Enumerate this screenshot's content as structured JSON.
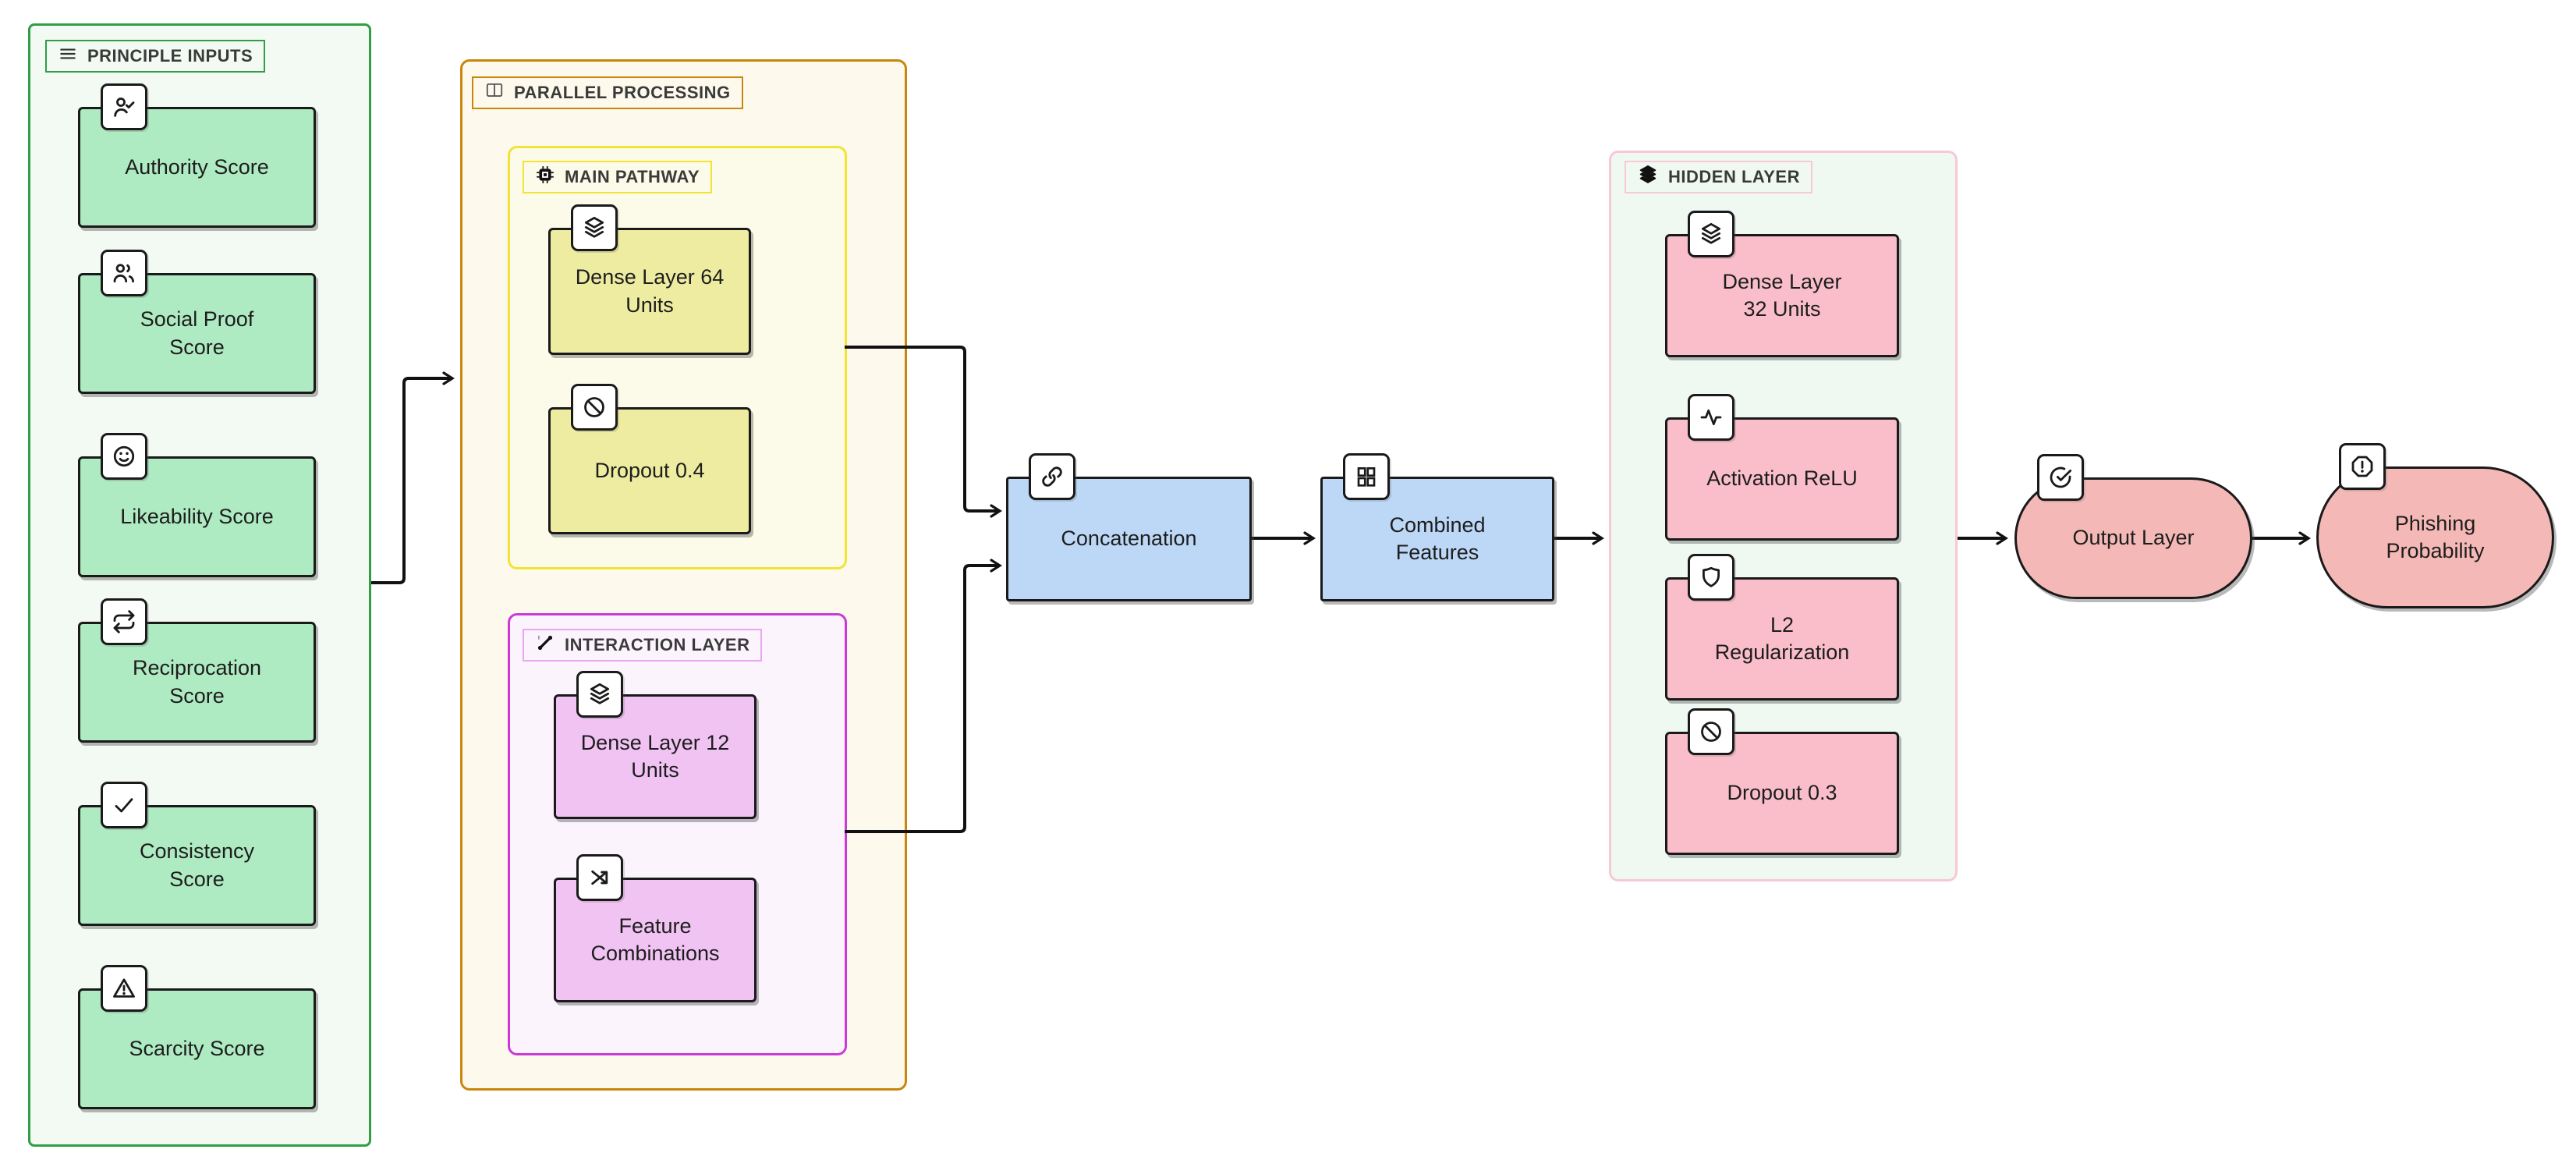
{
  "diagram_title": "Phishing detection neural network architecture flowchart",
  "colors": {
    "background": "#ffffff",
    "arrow": "#111111",
    "principle_inputs_border": "#2f9e44",
    "principle_inputs_fill": "#f2faf3",
    "input_node_fill": "#aeeac2",
    "parallel_processing_border": "#c8860d",
    "parallel_processing_fill": "#fdf9ec",
    "main_pathway_border": "#f2e435",
    "main_pathway_fill": "#fcfae8",
    "main_pathway_node_fill": "#eeeca1",
    "interaction_border": "#cb3ad6",
    "interaction_fill": "#fcf4fd",
    "interaction_node_fill": "#f1c3f3",
    "blue_node_fill": "#bdd7f6",
    "hidden_layer_border": "#f8c9d4",
    "hidden_layer_fill": "#eff9f2",
    "hidden_node_fill": "#f9bec9",
    "pill_fill": "#f4b9b6",
    "node_border": "#1a1a1a"
  },
  "groups": {
    "principle_inputs": {
      "label": "PRINCIPLE INPUTS",
      "icon": "list-icon",
      "nodes": [
        {
          "label": "Authority Score",
          "icon": "user-check-icon"
        },
        {
          "label": "Social Proof Score",
          "icon": "users-icon"
        },
        {
          "label": "Likeability Score",
          "icon": "smile-icon"
        },
        {
          "label": "Reciprocation Score",
          "icon": "repeat-icon"
        },
        {
          "label": "Consistency Score",
          "icon": "check-icon"
        },
        {
          "label": "Scarcity Score",
          "icon": "alert-triangle-icon"
        }
      ]
    },
    "parallel_processing": {
      "label": "PARALLEL PROCESSING",
      "icon": "columns-icon",
      "main_pathway": {
        "label": "MAIN PATHWAY",
        "icon": "chip-icon",
        "nodes": [
          {
            "label": "Dense Layer 64 Units",
            "icon": "layers-icon"
          },
          {
            "label": "Dropout 0.4",
            "icon": "ban-icon"
          }
        ]
      },
      "interaction_layer": {
        "label": "INTERACTION LAYER",
        "icon": "route-icon",
        "nodes": [
          {
            "label": "Dense Layer 12 Units",
            "icon": "layers-icon"
          },
          {
            "label": "Feature Combinations",
            "icon": "shuffle-icon"
          }
        ]
      }
    },
    "middle": {
      "concatenation": {
        "label": "Concatenation",
        "icon": "link-icon"
      },
      "combined_features": {
        "label": "Combined Features",
        "icon": "grid-icon"
      }
    },
    "hidden_layer": {
      "label": "HIDDEN LAYER",
      "icon": "layers-filled-icon",
      "nodes": [
        {
          "label": "Dense Layer 32 Units",
          "icon": "layers-icon"
        },
        {
          "label": "Activation ReLU",
          "icon": "activity-icon"
        },
        {
          "label": "L2 Regularization",
          "icon": "shield-icon"
        },
        {
          "label": "Dropout 0.3",
          "icon": "ban-icon"
        }
      ]
    },
    "outputs": {
      "output_layer": {
        "label": "Output Layer",
        "icon": "circle-check-icon"
      },
      "phishing_probability": {
        "label": "Phishing Probability",
        "icon": "alert-octagon-icon"
      }
    }
  }
}
